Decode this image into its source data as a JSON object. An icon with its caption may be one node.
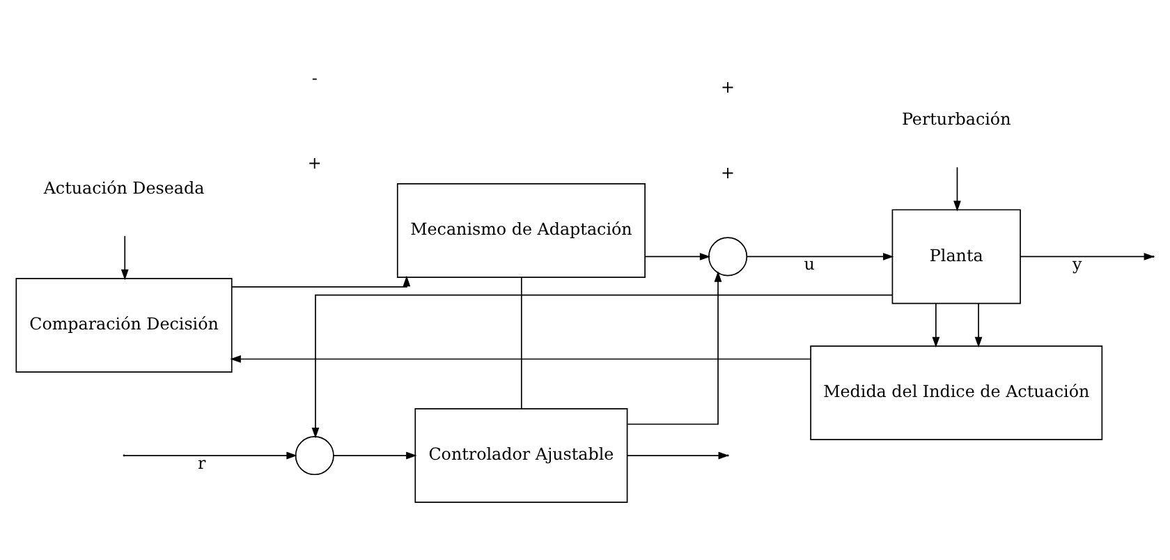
{
  "diagram": {
    "nodes": [
      {
        "text": [],
        "shape": "circle"
      },
      {
        "text": [
          "Controlador Ajustable"
        ]
      },
      {
        "text": [],
        "shape": "circle"
      },
      {
        "text": [
          "Planta"
        ]
      },
      {
        "text": [
          "Perturbación"
        ]
      },
      {
        "text": [
          "Actuación Deseada"
        ]
      },
      {
        "text": [
          "Comparación Decisión"
        ]
      },
      {
        "text": [
          "Mecanismo de Adaptación"
        ]
      },
      {
        "text": [
          "Medida del Indice de Actuación"
        ]
      }
    ],
    "edges": [
      {
        "from": null,
        "to": 0,
        "arrow": "to",
        "label": "r"
      },
      {
        "from": 0,
        "to": 1,
        "arrow": "to"
      },
      {
        "from": 1,
        "to": 2,
        "arrow": "to"
      },
      {
        "from": 2,
        "to": 3,
        "arrow": "to",
        "label": "u"
      },
      {
        "from": 3,
        "to": null,
        "arrow": "to",
        "label": "y"
      },
      {
        "from": 3,
        "to": 0,
        "arrow": "to"
      },
      {
        "from": 4,
        "to": 3,
        "arrow": "to"
      },
      {
        "from": 5,
        "to": 6,
        "arrow": "to"
      },
      {
        "from": 6,
        "to": 7,
        "arrow": "to"
      },
      {
        "from": 7,
        "to": 2,
        "arrow": "to"
      },
      {
        "from": 7,
        "to": 1,
        "arrow": "none"
      },
      {
        "from": 1,
        "to": null,
        "arrow": "to"
      },
      {
        "from": 3,
        "to": 8,
        "arrow": "to"
      },
      {
        "from": 3,
        "to": 8,
        "arrow": "to"
      },
      {
        "from": 8,
        "to": 6,
        "arrow": "to"
      }
    ],
    "labels": [
      "+",
      "-",
      "+",
      "+"
    ]
  }
}
